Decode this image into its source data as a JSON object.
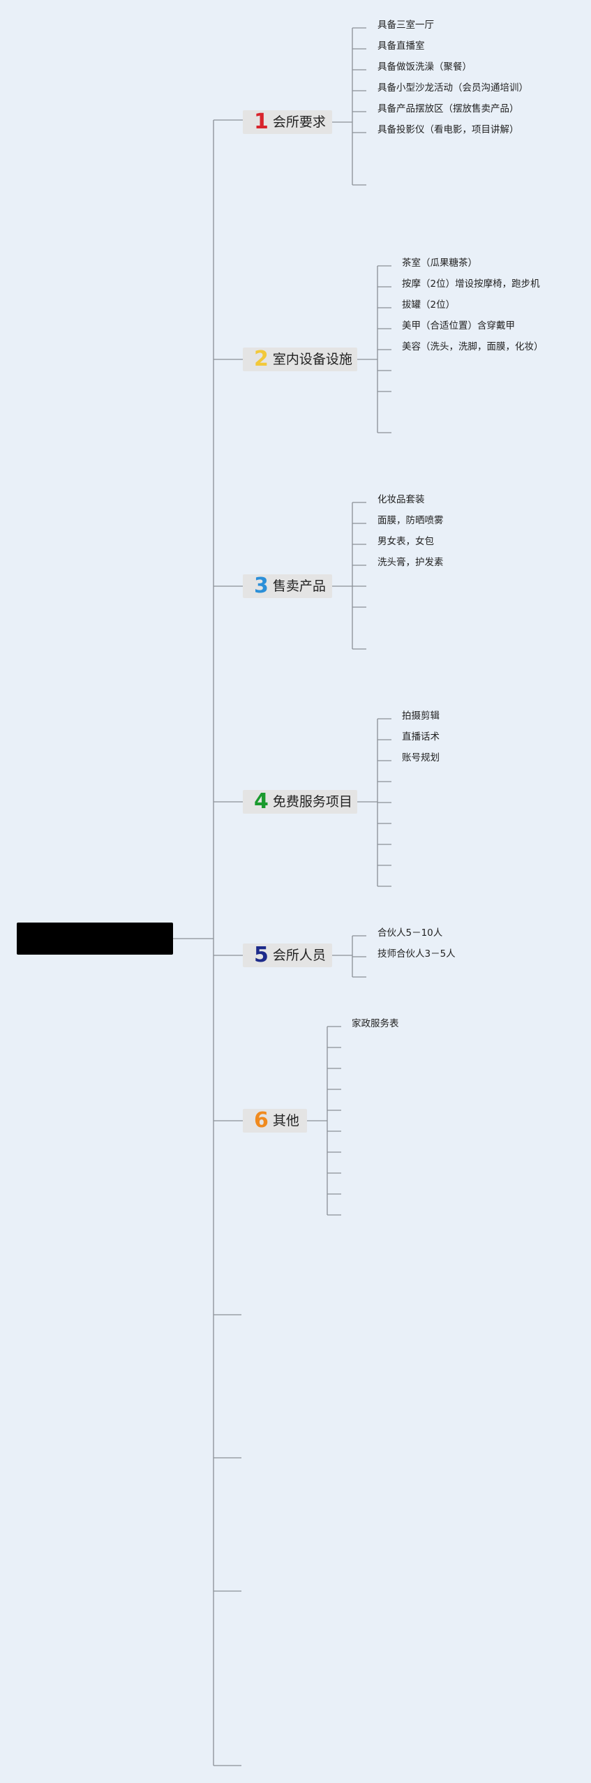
{
  "root": {
    "label": ""
  },
  "topics": [
    {
      "number": "1",
      "label": "会所要求",
      "color": "#d8242c",
      "items": [
        "具备三室一厅",
        "具备直播室",
        "具备做饭洗澡（聚餐）",
        "具备小型沙龙活动（会员沟通培训）",
        "具备产品摆放区（摆放售卖产品）",
        "具备投影仪（看电影，项目讲解）"
      ]
    },
    {
      "number": "2",
      "label": "室内设备设施",
      "color": "#f2c83a",
      "items": [
        "茶室（瓜果糖茶）",
        "按摩（2位）增设按摩椅，跑步机",
        "拔罐（2位）",
        "美甲（合适位置）含穿戴甲",
        "美容（洗头，洗脚，面膜，化妆）"
      ]
    },
    {
      "number": "3",
      "label": "售卖产品",
      "color": "#2b8fd8",
      "items": [
        "化妆品套装",
        "面膜，防晒喷雾",
        "男女表，女包",
        "洗头膏，护发素"
      ]
    },
    {
      "number": "4",
      "label": "免费服务项目",
      "color": "#1a9a2e",
      "items": [
        "拍摄剪辑",
        "直播话术",
        "账号规划"
      ]
    },
    {
      "number": "5",
      "label": "会所人员",
      "color": "#1c2a8a",
      "items": [
        "合伙人5－10人",
        "技师合伙人3－5人"
      ]
    },
    {
      "number": "6",
      "label": "其他",
      "color": "#f08a1e",
      "items": [
        "家政服务表"
      ]
    }
  ]
}
